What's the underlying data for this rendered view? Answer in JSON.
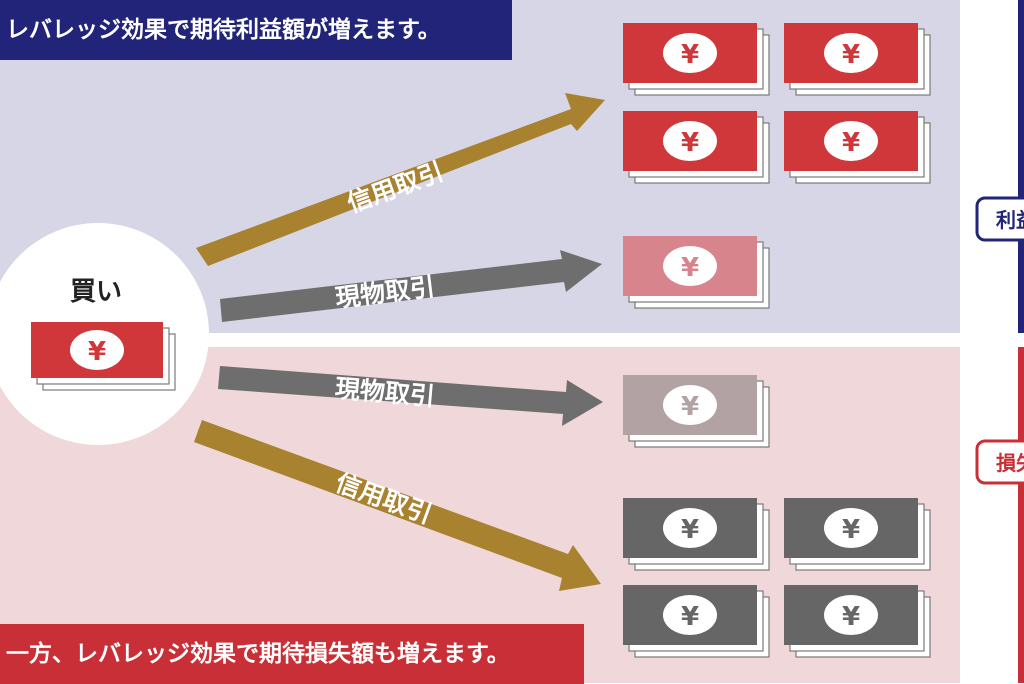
{
  "banner_top": "レバレッジ効果で期待利益額が増えます。",
  "banner_bottom": "一方、レバレッジ効果で期待損失額も増えます。",
  "buy_label": "買い",
  "arrows": {
    "margin_up": "信用取引",
    "spot_up": "現物取引",
    "spot_down": "現物取引",
    "margin_down": "信用取引"
  },
  "side_tags": {
    "profit": "利益",
    "loss": "損失"
  },
  "currency_symbol": "¥",
  "colors": {
    "navy": "#212479",
    "red": "#c92f36",
    "gold": "#a8822f",
    "gray_arrow": "#6e6e6e",
    "bill_red": "#d0373b",
    "bill_pink": "#d7848c",
    "bill_mauve": "#b3a2a3",
    "bill_gray": "#666666"
  }
}
